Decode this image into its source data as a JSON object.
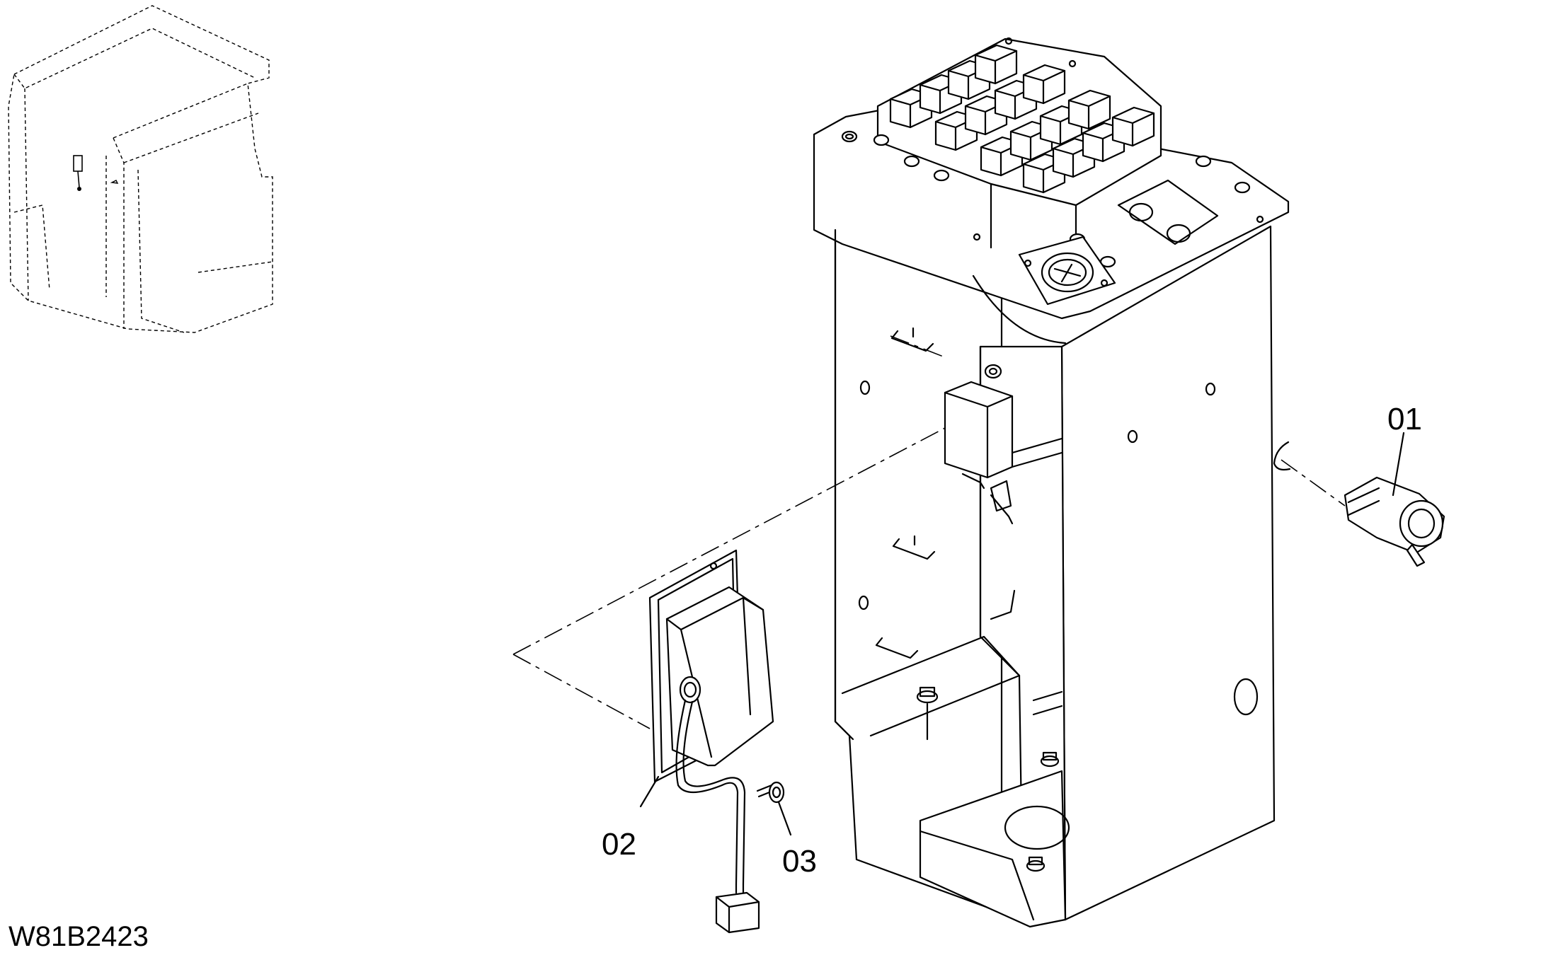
{
  "drawing_code": "W81B2423",
  "callouts": [
    {
      "id": "01",
      "text": "01"
    },
    {
      "id": "02",
      "text": "02"
    },
    {
      "id": "03",
      "text": "03"
    }
  ],
  "colors": {
    "ink": "#000000",
    "paper": "#ffffff"
  }
}
